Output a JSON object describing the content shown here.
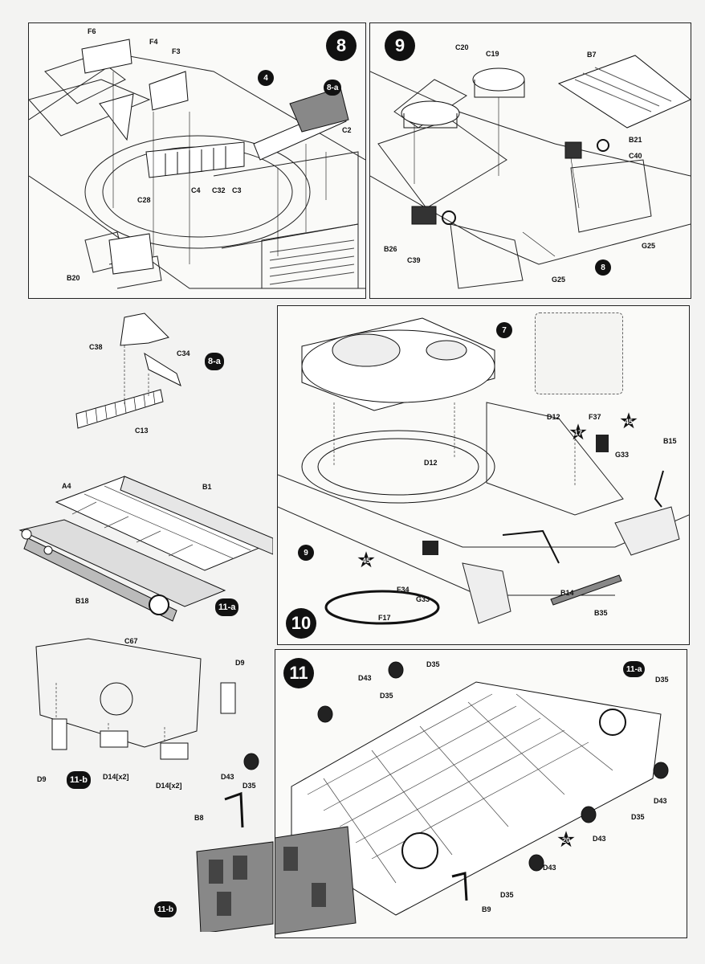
{
  "steps": {
    "s8": {
      "badge": "8",
      "labels": {
        "F6": "F6",
        "F4": "F4",
        "F3": "F3",
        "ref4": "4",
        "ref8a": "8-a",
        "C2": "C2",
        "C4": "C4",
        "C32": "C32",
        "C3": "C3",
        "C28": "C28",
        "B20": "B20"
      }
    },
    "s9": {
      "badge": "9",
      "labels": {
        "C20": "C20",
        "C19": "C19",
        "B7": "B7",
        "B21": "B21",
        "C40": "C40",
        "G25a": "G25",
        "B26": "B26",
        "C39": "C39",
        "G25b": "G25",
        "ref8": "8"
      }
    },
    "s8a": {
      "badge": "8-a",
      "labels": {
        "C38": "C38",
        "C34": "C34",
        "C13": "C13"
      }
    },
    "s11a": {
      "badge": "11-a",
      "labels": {
        "A4": "A4",
        "B1": "B1",
        "B18": "B18"
      }
    },
    "s10": {
      "badge": "10",
      "labels": {
        "ref7": "7",
        "F37": "F37",
        "star45a": "45",
        "D12a": "D12",
        "star17": "17",
        "B15": "B15",
        "G33a": "G33",
        "D12b": "D12",
        "ref9": "9",
        "star45b": "45",
        "F34": "F34",
        "G33b": "G33",
        "B14": "B14",
        "B35": "B35",
        "F17": "F17"
      }
    },
    "s11b": {
      "badge": "11-b",
      "labels": {
        "C67": "C67",
        "D9a": "D9",
        "D9b": "D9",
        "D14a": "D14[x2]",
        "D14b": "D14[x2]"
      }
    },
    "s11": {
      "badge": "11",
      "labels": {
        "D35a": "D35",
        "D43a": "D43",
        "D35b": "D35",
        "ref11a": "11-a",
        "D35c": "D35",
        "D43b": "D43",
        "D35d": "D35",
        "D43c": "D43",
        "D43d": "D43",
        "star20": "20",
        "D43e": "D43",
        "D35e": "D35",
        "B8": "B8",
        "D35f": "D35",
        "B9": "B9",
        "ref11b": "11-b"
      }
    }
  },
  "colors": {
    "ink": "#111111",
    "paper": "#fafaf8",
    "shade": "#9a9a9a"
  }
}
